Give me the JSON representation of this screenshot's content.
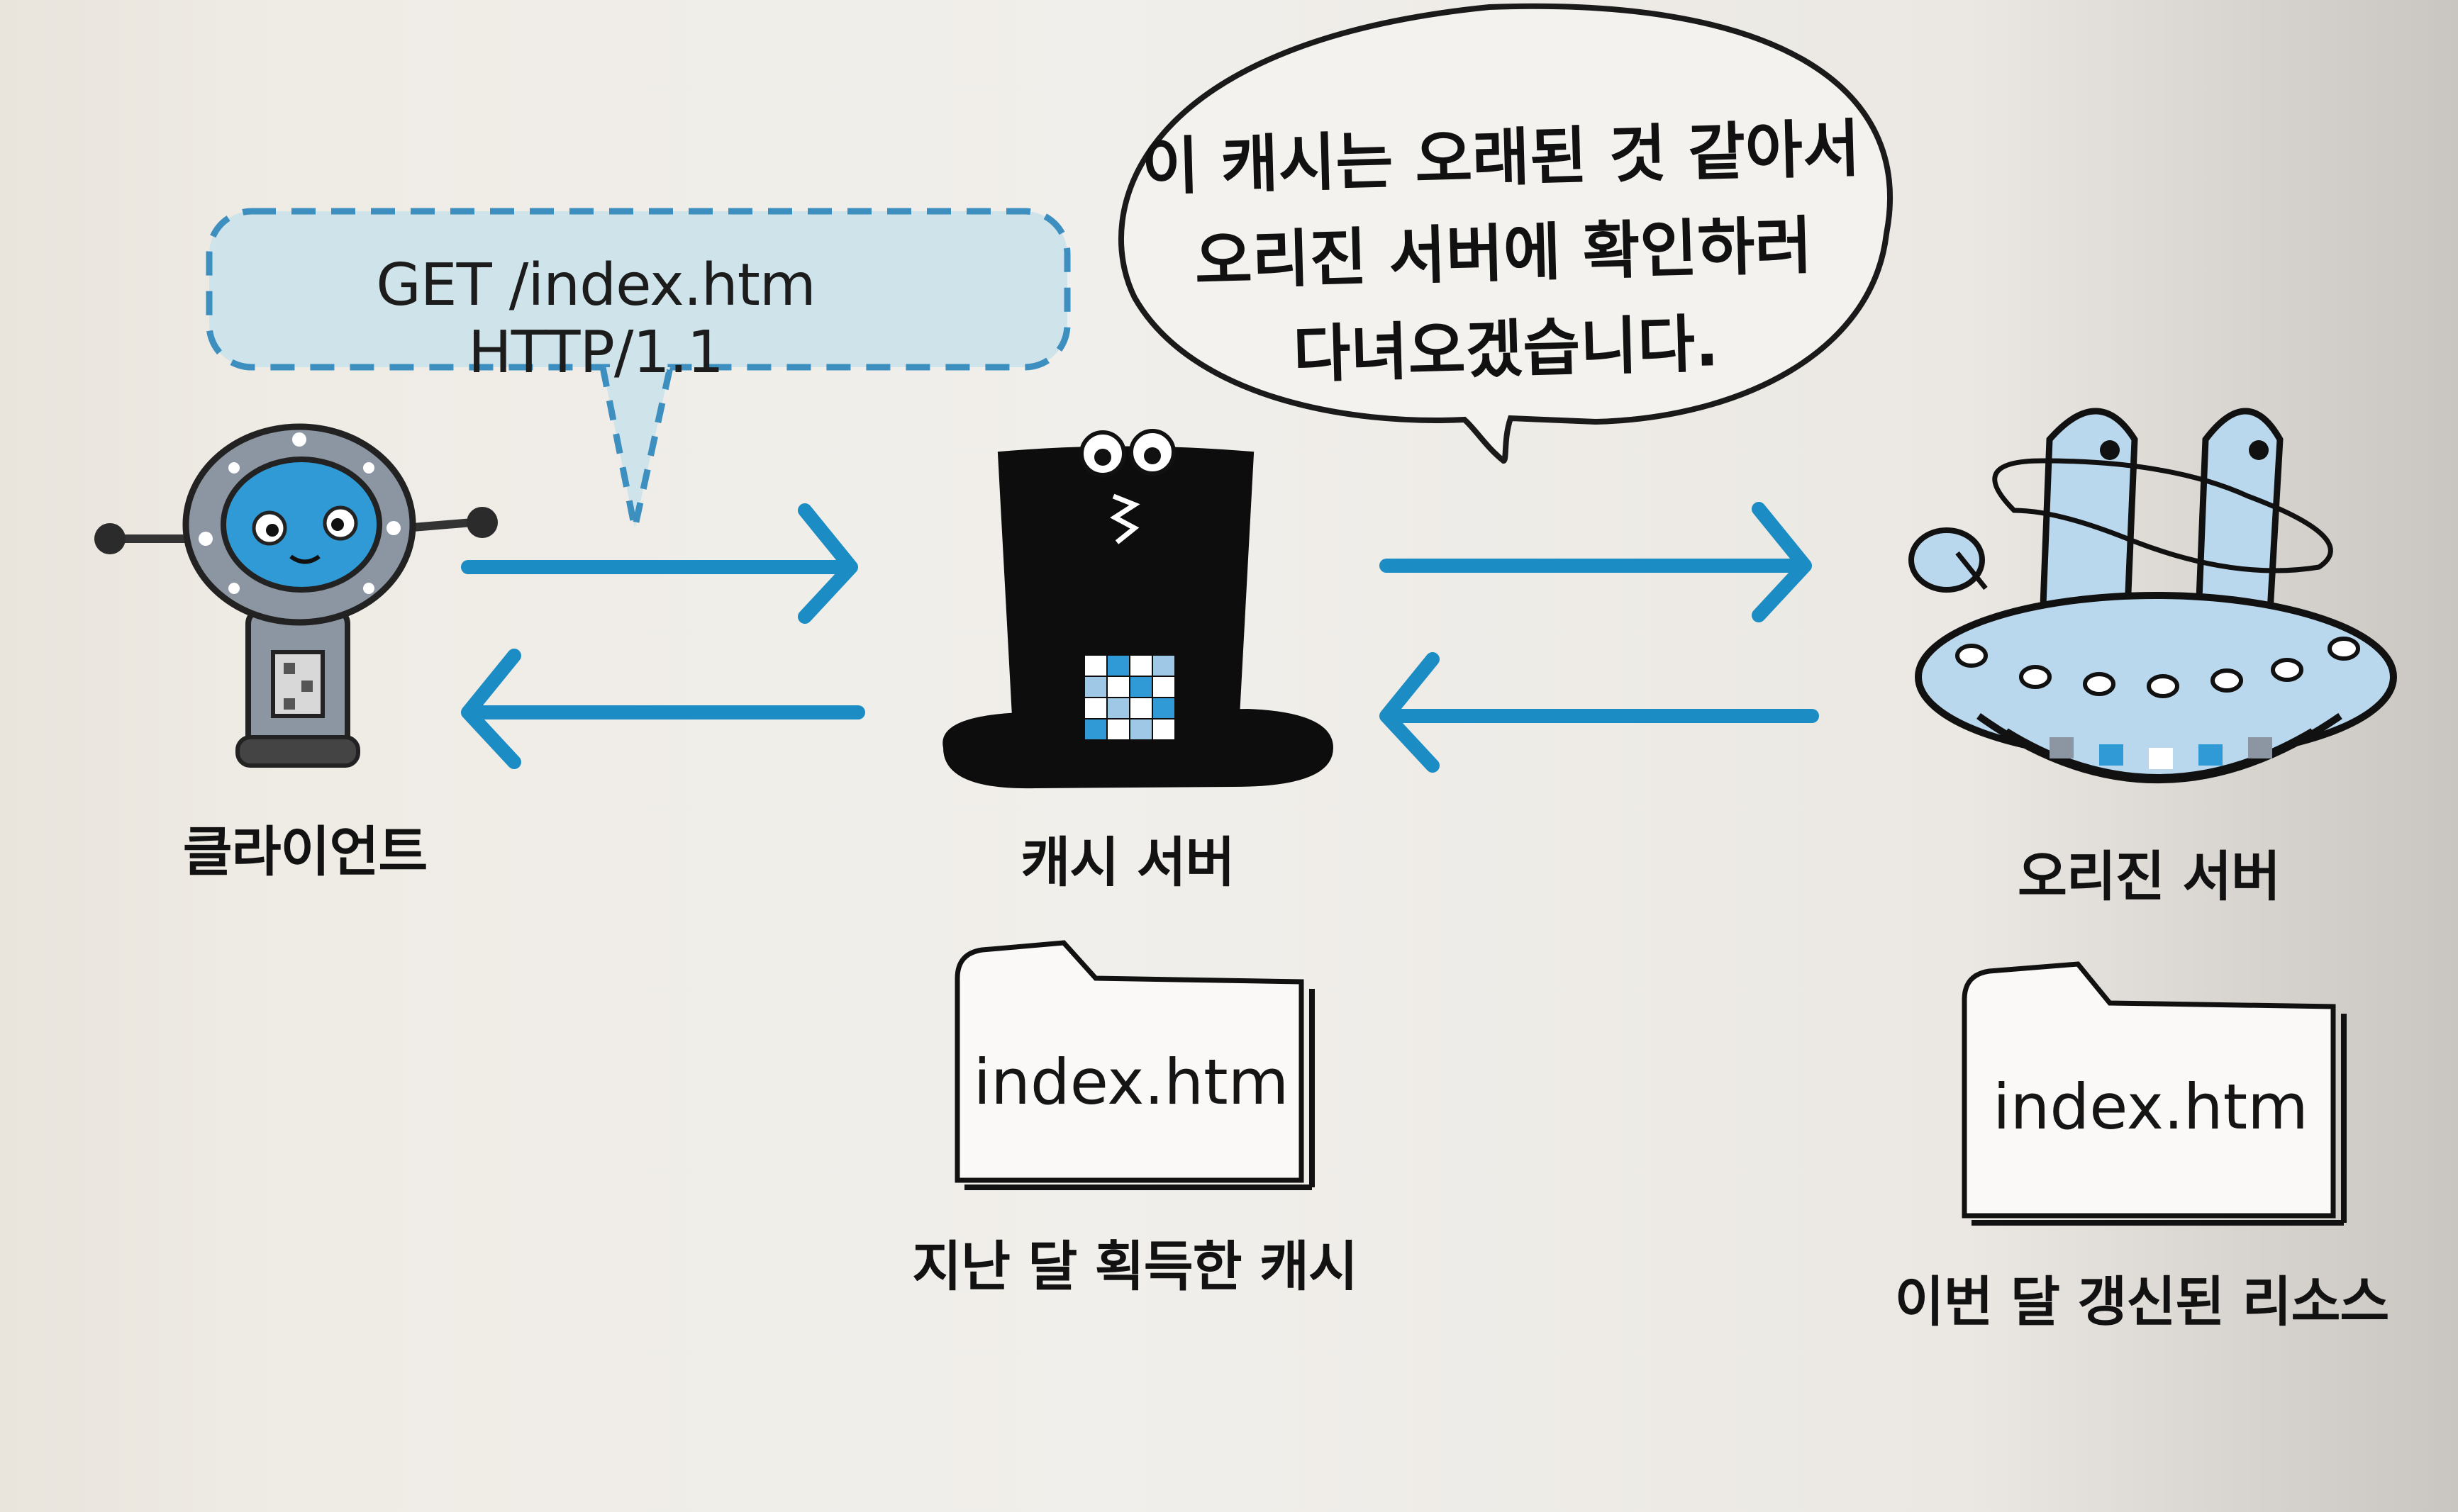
{
  "request": {
    "text": "GET /index.htm HTTP/1.1"
  },
  "speech": {
    "text": "이 캐시는 오래된 것 같아서\n오리진 서버에 확인하러\n다녀오겠습니다."
  },
  "nodes": {
    "client": {
      "label": "클라이언트"
    },
    "cache_server": {
      "label": "캐시 서버"
    },
    "origin_server": {
      "label": "오리진 서버"
    }
  },
  "files": {
    "cache_file": {
      "name": "index.htm",
      "caption": "지난 달 획득한 캐시"
    },
    "origin_file": {
      "name": "index.htm",
      "caption": "이번 달 갱신된 리소스"
    }
  },
  "colors": {
    "arrow": "#1b8cc4",
    "bubble_fill": "#cfe3ea",
    "bubble_border": "#3d8fbf",
    "robot_blue": "#2f9ad6",
    "robot_gray": "#8c96a2",
    "ufo_blue": "#b9d8ee"
  }
}
